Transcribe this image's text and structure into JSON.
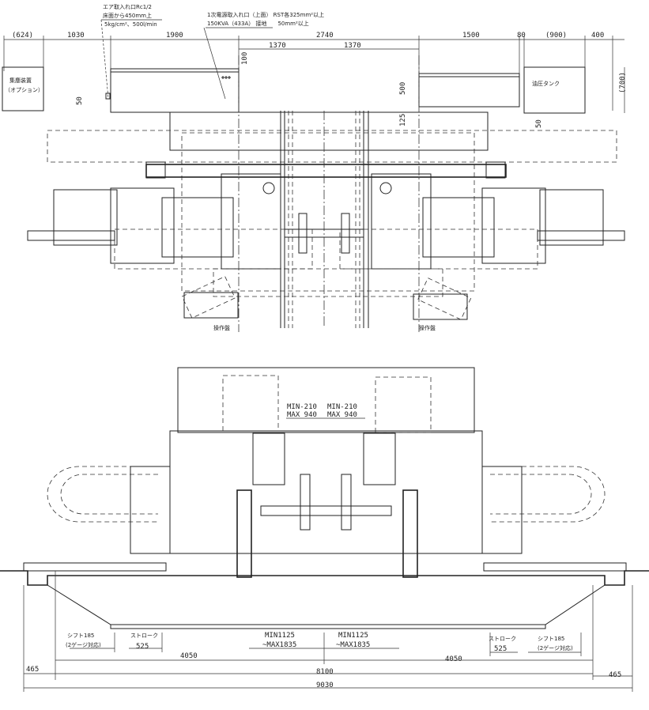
{
  "notes": {
    "air_inlet": [
      "エア取入れ口Rc1/2",
      "床面から450mm上",
      "5kg/cm²、500l/min"
    ],
    "power_inlet": [
      "1次電源取入れ口（上面） RST各325mm²以上",
      "150KVA（433A） 接地　　50mm²以上"
    ]
  },
  "labels": {
    "dust_collector": [
      "集塵装置",
      "（オプション）"
    ],
    "oil_tank": "油圧タンク",
    "operator_panel_left": "操作盤",
    "operator_panel_right": "操作盤",
    "min_left": "MIN-210",
    "min_right": "MIN-210",
    "max_left": "MAX 940",
    "max_right": "MAX 940"
  },
  "top_dims": {
    "d624": "(624)",
    "d1030": "1030",
    "d1900": "1900",
    "d2740": "2740",
    "d1370a": "1370",
    "d1370b": "1370",
    "d1500": "1500",
    "d80": "80",
    "d900": "(900)",
    "d400": "400",
    "d100": "100",
    "d50a": "50",
    "d500": "500",
    "d125": "125",
    "d50b": "50",
    "d700": "(700)"
  },
  "bottom_dims": {
    "shift_left": [
      "シフト185",
      "(2ゲージ対応)"
    ],
    "stroke_left": [
      "ストローク",
      "525"
    ],
    "min_max_left": [
      "MIN1125",
      "~MAX1835"
    ],
    "min_max_right": [
      "MIN1125",
      "~MAX1835"
    ],
    "stroke_right": [
      "ストローク",
      "525"
    ],
    "shift_right": [
      "シフト185",
      "(2ゲージ対応)"
    ],
    "d4050a": "4050",
    "d4050b": "4050",
    "d465a": "465",
    "d8100": "8100",
    "d465b": "465",
    "d9030": "9030"
  }
}
